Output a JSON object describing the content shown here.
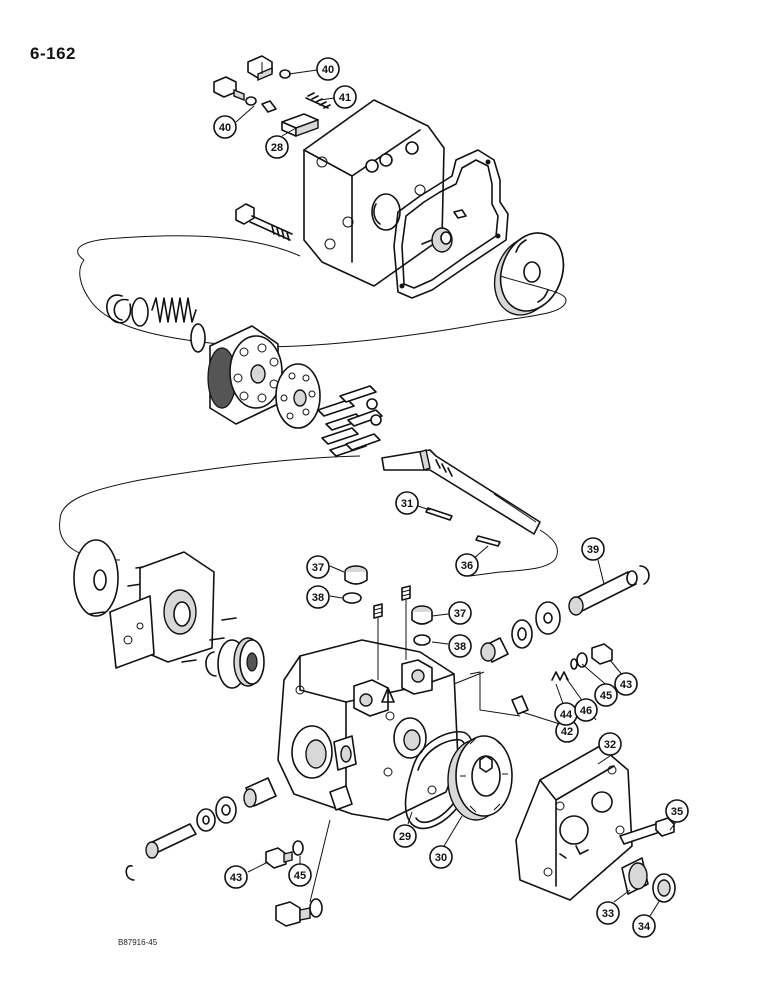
{
  "page": {
    "page_number": "6-162",
    "figure_code": "B87916-45"
  },
  "callouts": [
    {
      "id": "c40a",
      "label": "40"
    },
    {
      "id": "c41",
      "label": "41"
    },
    {
      "id": "c40b",
      "label": "40"
    },
    {
      "id": "c28",
      "label": "28"
    },
    {
      "id": "c31",
      "label": "31"
    },
    {
      "id": "c36",
      "label": "36"
    },
    {
      "id": "c39",
      "label": "39"
    },
    {
      "id": "c37a",
      "label": "37"
    },
    {
      "id": "c38a",
      "label": "38"
    },
    {
      "id": "c37b",
      "label": "37"
    },
    {
      "id": "c38b",
      "label": "38"
    },
    {
      "id": "c42",
      "label": "42"
    },
    {
      "id": "c44",
      "label": "44"
    },
    {
      "id": "c46",
      "label": "46"
    },
    {
      "id": "c45a",
      "label": "45"
    },
    {
      "id": "c43a",
      "label": "43"
    },
    {
      "id": "c32",
      "label": "32"
    },
    {
      "id": "c35",
      "label": "35"
    },
    {
      "id": "c29",
      "label": "29"
    },
    {
      "id": "c30",
      "label": "30"
    },
    {
      "id": "c43b",
      "label": "43"
    },
    {
      "id": "c45b",
      "label": "45"
    },
    {
      "id": "c33",
      "label": "33"
    },
    {
      "id": "c34",
      "label": "34"
    }
  ]
}
